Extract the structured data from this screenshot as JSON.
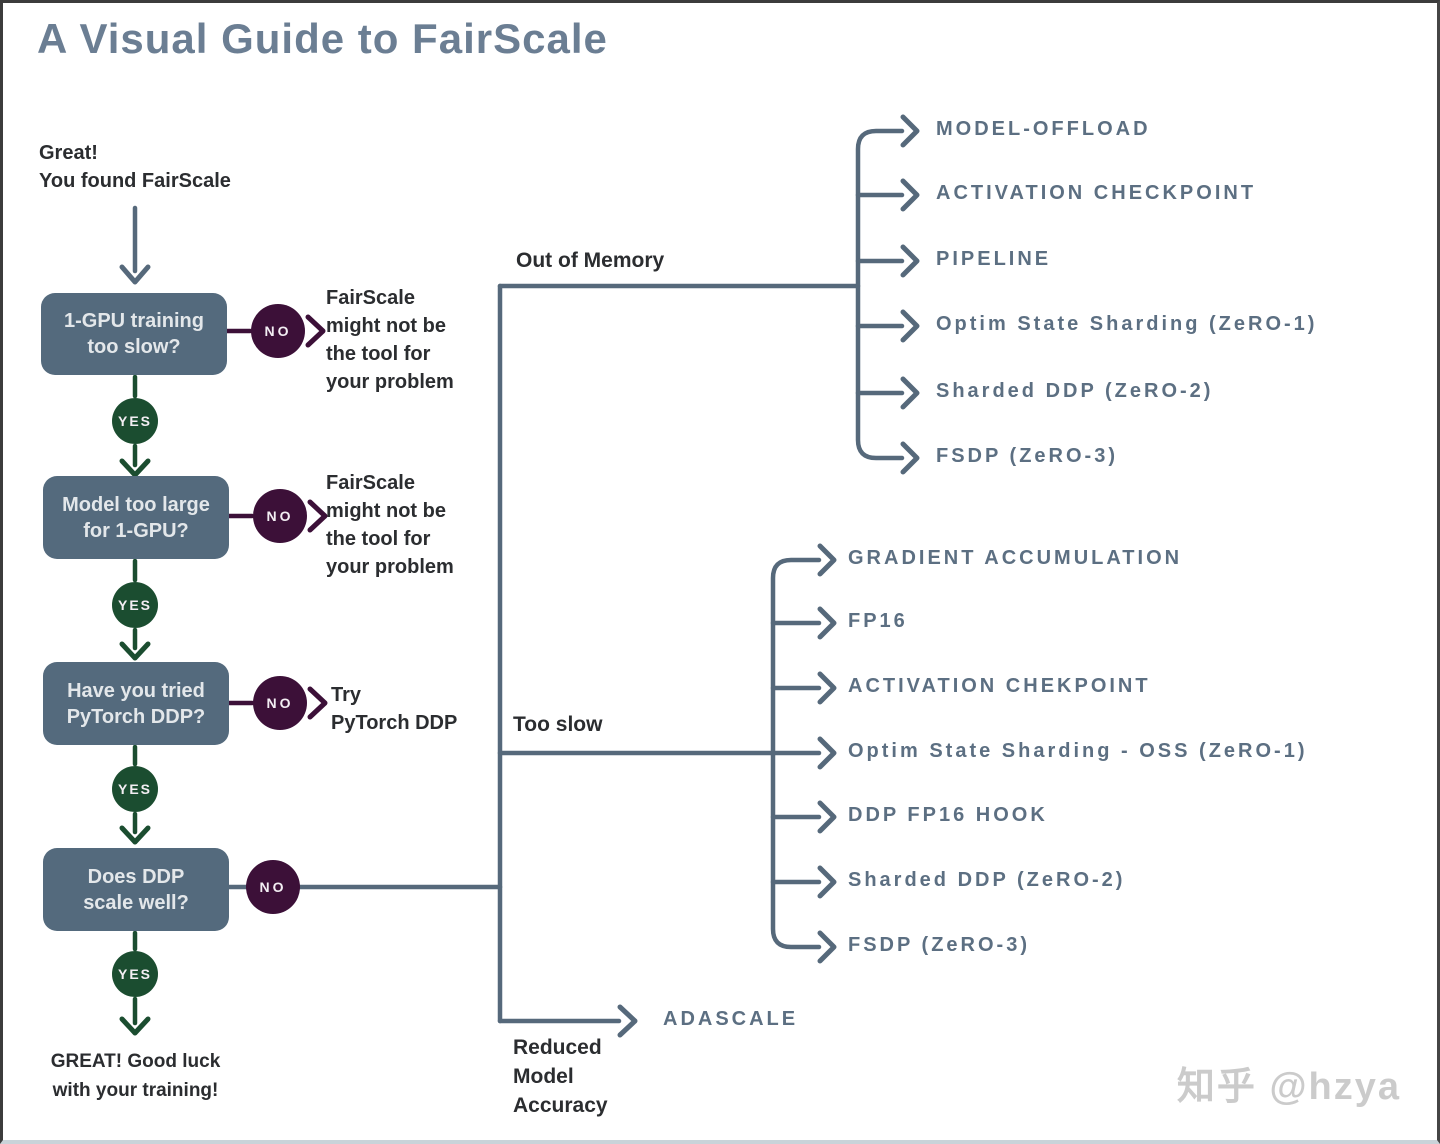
{
  "title": "A Visual Guide to FairScale",
  "intro": {
    "line1": "Great!",
    "line2": "You found FairScale"
  },
  "labels": {
    "yes": "YES",
    "no": "NO"
  },
  "questions": [
    {
      "line1": "1-GPU training",
      "line2": "too slow?"
    },
    {
      "line1": "Model too large",
      "line2": "for 1-GPU?"
    },
    {
      "line1": "Have you tried",
      "line2": "PyTorch DDP?"
    },
    {
      "line1": "Does DDP",
      "line2": "scale well?"
    }
  ],
  "no_results": [
    {
      "line1": "FairScale",
      "line2": "might not be",
      "line3": "the tool for",
      "line4": "your problem"
    },
    {
      "line1": "FairScale",
      "line2": "might not be",
      "line3": "the tool for",
      "line4": "your problem"
    },
    {
      "line1": "Try",
      "line2": "PyTorch DDP"
    }
  ],
  "final": {
    "line1": "GREAT! Good luck",
    "line2": "with your training!"
  },
  "branches": {
    "out_of_memory": {
      "label": "Out of Memory",
      "items": [
        "MODEL-OFFLOAD",
        "ACTIVATION CHECKPOINT",
        "PIPELINE",
        "Optim State Sharding (ZeRO-1)",
        "Sharded DDP (ZeRO-2)",
        "FSDP (ZeRO-3)"
      ]
    },
    "too_slow": {
      "label": "Too slow",
      "items": [
        "GRADIENT ACCUMULATION",
        "FP16",
        "ACTIVATION CHEKPOINT",
        "Optim State Sharding - OSS (ZeRO-1)",
        "DDP FP16 HOOK",
        "Sharded DDP (ZeRO-2)",
        "FSDP (ZeRO-3)"
      ]
    },
    "reduced_accuracy": {
      "label_line1": "Reduced",
      "label_line2": "Model",
      "label_line3": "Accuracy",
      "item": "ADASCALE"
    }
  },
  "watermark": "知乎 @hzya",
  "colors": {
    "title": "#6b7e93",
    "box_fill": "#546a7d",
    "box_text": "#e3e7ea",
    "yes_green": "#1b4d30",
    "no_purple": "#3c1038",
    "line_slate": "#56697b",
    "branch_text": "#5c6f82",
    "dark_text": "#2b2d30",
    "watermark": "#cbcbcb"
  }
}
